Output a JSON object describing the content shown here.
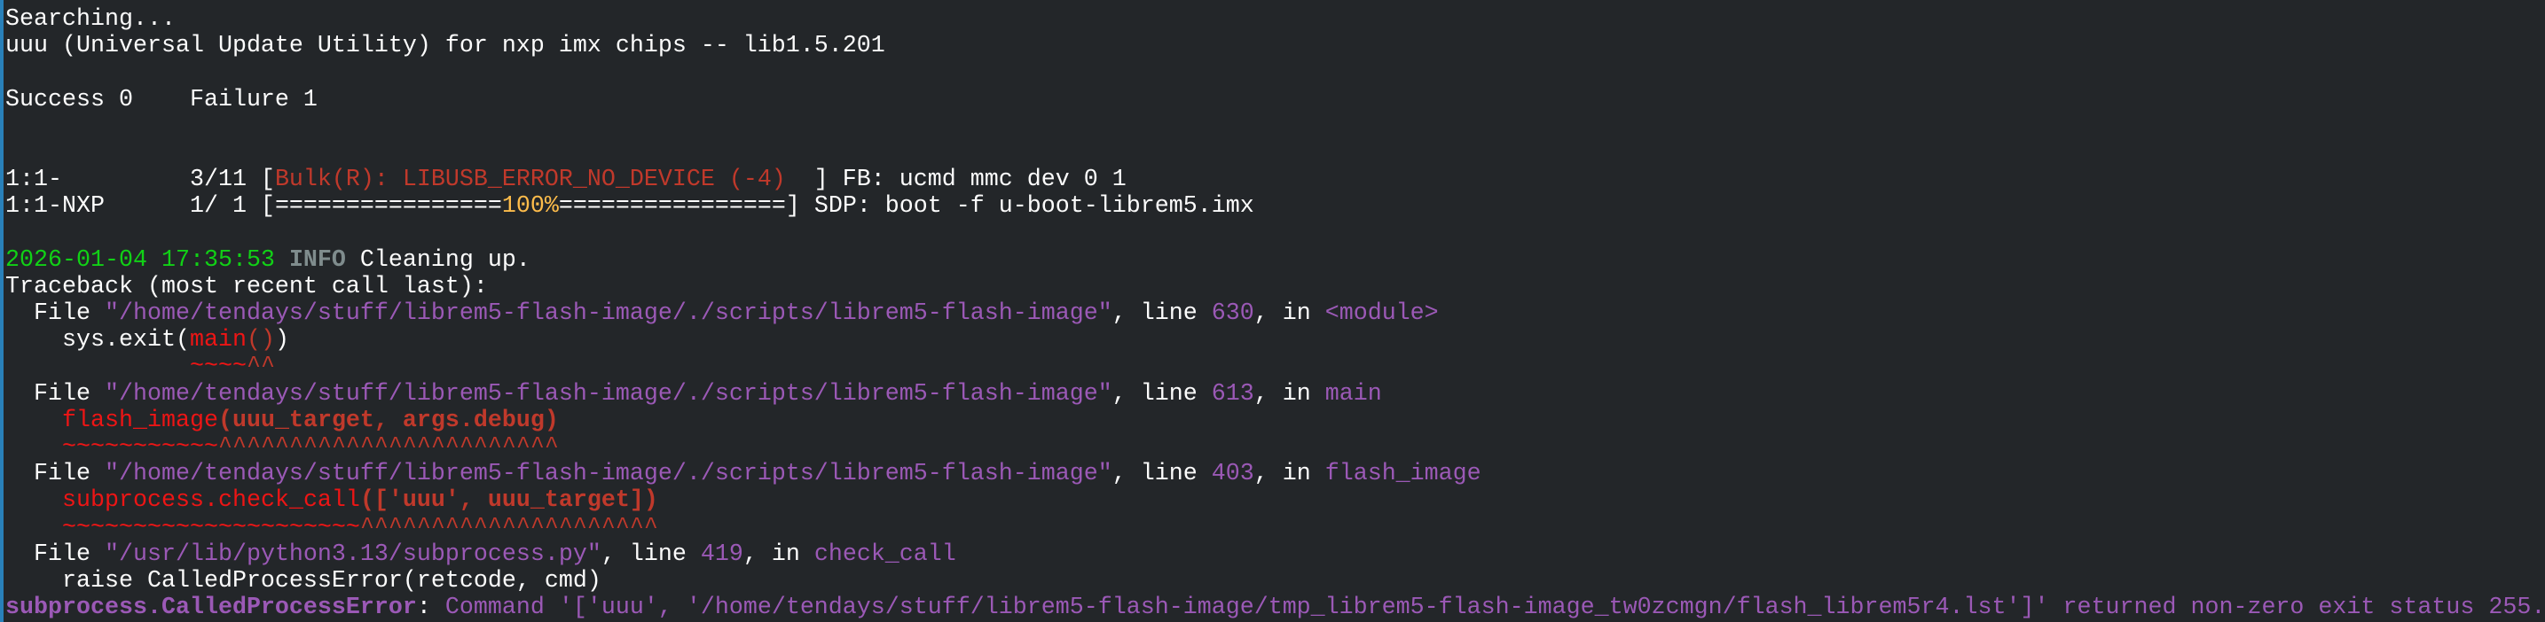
{
  "terminal": {
    "colors": {
      "background": "#232629",
      "foreground": "#fcfcfc",
      "accent_bar": "#2980b9",
      "green": "#11d116",
      "purple": "#9b59b6",
      "red": "#ed1515",
      "dark_red": "#c0392b",
      "yellow": "#fdbc4b",
      "gray": "#7f8c8d"
    },
    "lines": [
      [
        {
          "t": "Searching...",
          "c": "w"
        }
      ],
      [
        {
          "t": "uuu (Universal Update Utility) for nxp imx chips -- lib1.5.201",
          "c": "w"
        }
      ],
      [],
      [
        {
          "t": "Success 0    Failure 1",
          "c": "w"
        }
      ],
      [],
      [],
      [
        {
          "t": "1:1-         3/11 [",
          "c": "w"
        },
        {
          "t": "Bulk(R): LIBUSB_ERROR_NO_DEVICE (-4)",
          "c": "d"
        },
        {
          "t": "  ] FB: ucmd mmc dev 0 1",
          "c": "w"
        }
      ],
      [
        {
          "t": "1:1-NXP      1/ 1 [",
          "c": "w"
        },
        {
          "t": "================",
          "c": "w"
        },
        {
          "t": "100%",
          "c": "y"
        },
        {
          "t": "================] SDP: boot -f u-boot-librem5.imx",
          "c": "w"
        }
      ],
      [],
      [
        {
          "t": "2026-01-04 17:35:53",
          "c": "g"
        },
        {
          "t": " ",
          "c": "w"
        },
        {
          "t": "INFO",
          "c": "i"
        },
        {
          "t": " Cleaning up.",
          "c": "w"
        }
      ],
      [
        {
          "t": "Traceback (most recent call last):",
          "c": "w"
        }
      ],
      [
        {
          "t": "  File ",
          "c": "w"
        },
        {
          "t": "\"/home/tendays/stuff/librem5-flash-image/./scripts/librem5-flash-image\"",
          "c": "p"
        },
        {
          "t": ", line ",
          "c": "w"
        },
        {
          "t": "630",
          "c": "p"
        },
        {
          "t": ", in ",
          "c": "w"
        },
        {
          "t": "<module>",
          "c": "p"
        }
      ],
      [
        {
          "t": "    sys.exit(",
          "c": "w"
        },
        {
          "t": "main",
          "c": "r"
        },
        {
          "t": "()",
          "c": "d"
        },
        {
          "t": ")",
          "c": "w"
        }
      ],
      [
        {
          "t": "             ",
          "c": "w"
        },
        {
          "t": "~~~~",
          "c": "r"
        },
        {
          "t": "^^",
          "c": "d"
        }
      ],
      [
        {
          "t": "  File ",
          "c": "w"
        },
        {
          "t": "\"/home/tendays/stuff/librem5-flash-image/./scripts/librem5-flash-image\"",
          "c": "p"
        },
        {
          "t": ", line ",
          "c": "w"
        },
        {
          "t": "613",
          "c": "p"
        },
        {
          "t": ", in ",
          "c": "w"
        },
        {
          "t": "main",
          "c": "p"
        }
      ],
      [
        {
          "t": "    ",
          "c": "w"
        },
        {
          "t": "flash_image",
          "c": "r"
        },
        {
          "t": "(uuu_target, args.debug)",
          "c": "db"
        }
      ],
      [
        {
          "t": "    ",
          "c": "w"
        },
        {
          "t": "~~~~~~~~~~~",
          "c": "r"
        },
        {
          "t": "^^^^^^^^^^^^^^^^^^^^^^^^",
          "c": "d"
        }
      ],
      [
        {
          "t": "  File ",
          "c": "w"
        },
        {
          "t": "\"/home/tendays/stuff/librem5-flash-image/./scripts/librem5-flash-image\"",
          "c": "p"
        },
        {
          "t": ", line ",
          "c": "w"
        },
        {
          "t": "403",
          "c": "p"
        },
        {
          "t": ", in ",
          "c": "w"
        },
        {
          "t": "flash_image",
          "c": "p"
        }
      ],
      [
        {
          "t": "    ",
          "c": "w"
        },
        {
          "t": "subprocess.check_call",
          "c": "r"
        },
        {
          "t": "(['uuu', uuu_target])",
          "c": "db"
        }
      ],
      [
        {
          "t": "    ",
          "c": "w"
        },
        {
          "t": "~~~~~~~~~~~~~~~~~~~~~",
          "c": "r"
        },
        {
          "t": "^^^^^^^^^^^^^^^^^^^^^",
          "c": "d"
        }
      ],
      [
        {
          "t": "  File ",
          "c": "w"
        },
        {
          "t": "\"/usr/lib/python3.13/subprocess.py\"",
          "c": "p"
        },
        {
          "t": ", line ",
          "c": "w"
        },
        {
          "t": "419",
          "c": "p"
        },
        {
          "t": ", in ",
          "c": "w"
        },
        {
          "t": "check_call",
          "c": "p"
        }
      ],
      [
        {
          "t": "    raise CalledProcessError(retcode, cmd)",
          "c": "w"
        }
      ],
      [
        {
          "t": "subprocess.CalledProcessError",
          "c": "pb"
        },
        {
          "t": ": ",
          "c": "w"
        },
        {
          "t": "Command '['uuu', '/home/tendays/stuff/librem5-flash-image/tmp_librem5-flash-image_tw0zcmgn/flash_librem5r4.lst']' returned non-zero exit status 255.",
          "c": "p"
        }
      ]
    ]
  }
}
